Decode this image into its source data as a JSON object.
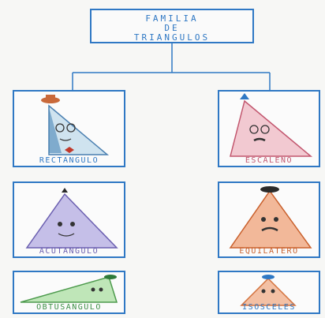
{
  "root": {
    "line1": "FAMILIA",
    "line2": "DE",
    "line3": "TRIANGULOS"
  },
  "left": [
    {
      "label": "RECTANGULO"
    },
    {
      "label": "ACUTANGULO"
    },
    {
      "label": "OBTUSANGULO"
    }
  ],
  "right": [
    {
      "label": "ESCALENO"
    },
    {
      "label": "EQUILATERO"
    },
    {
      "label": "ISOSCELES"
    }
  ]
}
